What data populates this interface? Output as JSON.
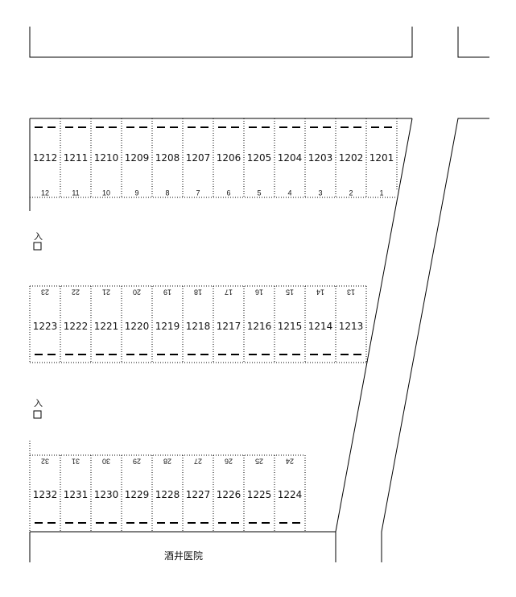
{
  "map": {
    "rows": [
      {
        "id": "row1",
        "spaces": [
          {
            "label": "1212",
            "number": "12"
          },
          {
            "label": "1211",
            "number": "11"
          },
          {
            "label": "1210",
            "number": "10"
          },
          {
            "label": "1209",
            "number": "9"
          },
          {
            "label": "1208",
            "number": "8"
          },
          {
            "label": "1207",
            "number": "7"
          },
          {
            "label": "1206",
            "number": "6"
          },
          {
            "label": "1205",
            "number": "5"
          },
          {
            "label": "1204",
            "number": "4"
          },
          {
            "label": "1203",
            "number": "3"
          },
          {
            "label": "1202",
            "number": "2"
          },
          {
            "label": "1201",
            "number": "1"
          }
        ]
      },
      {
        "id": "row2",
        "spaces": [
          {
            "label": "1223",
            "number": "23"
          },
          {
            "label": "1222",
            "number": "22"
          },
          {
            "label": "1221",
            "number": "21"
          },
          {
            "label": "1220",
            "number": "20"
          },
          {
            "label": "1219",
            "number": "19"
          },
          {
            "label": "1218",
            "number": "18"
          },
          {
            "label": "1217",
            "number": "17"
          },
          {
            "label": "1216",
            "number": "16"
          },
          {
            "label": "1215",
            "number": "15"
          },
          {
            "label": "1214",
            "number": "14"
          },
          {
            "label": "1213",
            "number": "13"
          }
        ]
      },
      {
        "id": "row3",
        "spaces": [
          {
            "label": "1232",
            "number": "32"
          },
          {
            "label": "1231",
            "number": "31"
          },
          {
            "label": "1230",
            "number": "30"
          },
          {
            "label": "1229",
            "number": "29"
          },
          {
            "label": "1228",
            "number": "28"
          },
          {
            "label": "1227",
            "number": "27"
          },
          {
            "label": "1226",
            "number": "26"
          },
          {
            "label": "1225",
            "number": "25"
          },
          {
            "label": "1224",
            "number": "24"
          }
        ]
      }
    ],
    "entrance_upper": "入口",
    "entrance_lower": "入口",
    "building_label": "酒井医院"
  }
}
